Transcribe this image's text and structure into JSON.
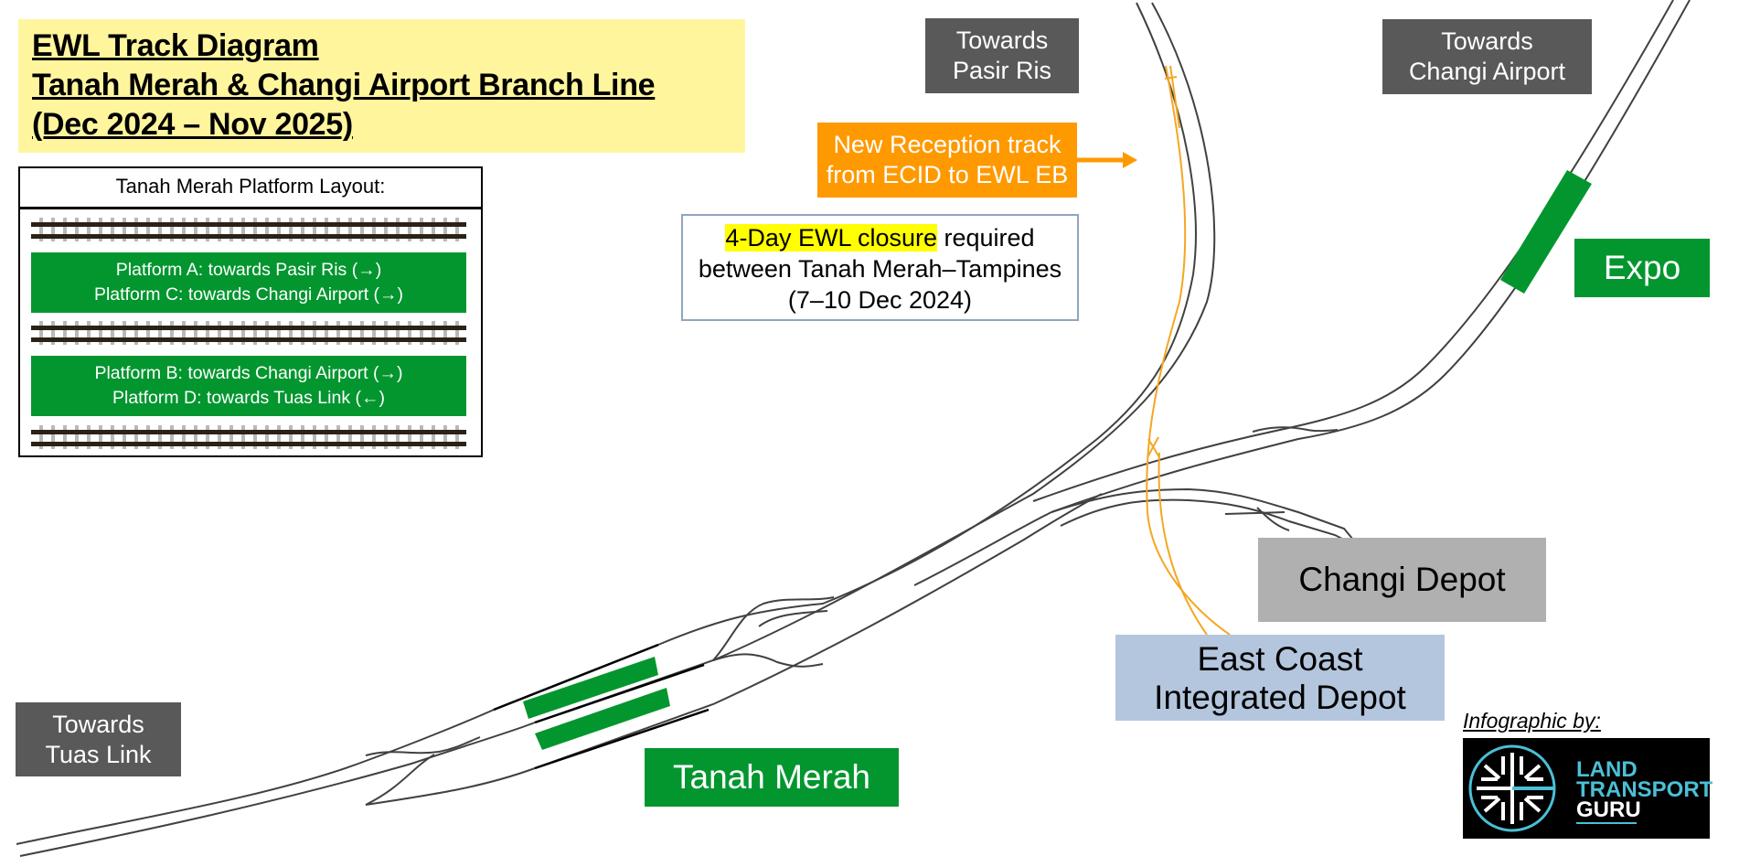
{
  "title": {
    "line1": "EWL Track Diagram",
    "line2": "Tanah Merah & Changi Airport Branch Line",
    "line3": "(Dec 2024 – Nov 2025)"
  },
  "platform_layout": {
    "heading": "Tanah Merah Platform Layout:",
    "island_1": {
      "line1": "Platform A: towards Pasir Ris (→)",
      "line2": "Platform C: towards Changi Airport (→)"
    },
    "island_2": {
      "line1": "Platform B: towards Changi Airport (→)",
      "line2": "Platform D: towards Tuas Link (←)"
    }
  },
  "direction_labels": {
    "pasir_ris": {
      "line1": "Towards",
      "line2": "Pasir Ris"
    },
    "changi_airport": {
      "line1": "Towards",
      "line2": "Changi Airport"
    },
    "tuas_link": {
      "line1": "Towards",
      "line2": "Tuas Link"
    }
  },
  "annotations": {
    "reception_track": {
      "line1": "New Reception track",
      "line2": "from ECID to EWL EB"
    },
    "closure": {
      "highlight": "4-Day EWL closure",
      "rest_line1": " required",
      "line2": "between Tanah Merah–Tampines",
      "line3": "(7–10 Dec 2024)"
    }
  },
  "stations": {
    "tanah_merah": "Tanah Merah",
    "expo": "Expo"
  },
  "depots": {
    "changi": "Changi Depot",
    "ecid": {
      "line1": "East Coast",
      "line2": "Integrated Depot"
    }
  },
  "credit": {
    "label": "Infographic by:",
    "logo": {
      "line1": "LAND",
      "line2": "TRANSPORT",
      "line3": "GURU"
    }
  },
  "colors": {
    "station_green": "#03962f",
    "track": "#3f423e",
    "new_track_orange": "#f5a623",
    "title_yellow": "#fff59d",
    "label_grey": "#595959",
    "changi_depot": "#b0b0b0",
    "ecid": "#b4c6dd",
    "highlight": "#ffff00",
    "logo_blue": "#4bbfd6"
  }
}
